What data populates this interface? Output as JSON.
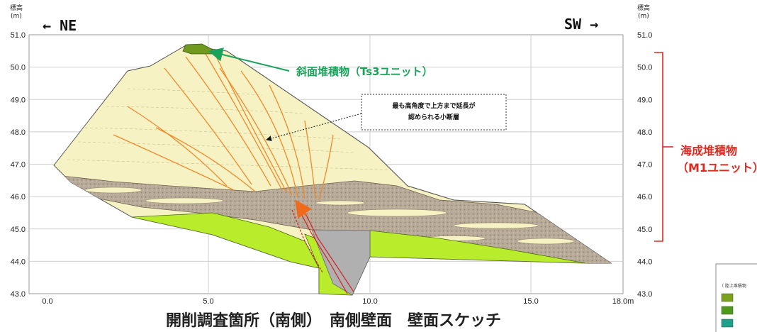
{
  "elevation_label": {
    "kanji": "標高",
    "unit": "(m)"
  },
  "direction": {
    "left": "← NE",
    "right": "SW →"
  },
  "axes": {
    "y_ticks": [
      "51.0",
      "50.0",
      "49.0",
      "48.0",
      "47.0",
      "46.0",
      "45.0",
      "44.0",
      "43.0"
    ],
    "x_ticks": [
      "0.0",
      "5.0",
      "10.0",
      "15.0",
      "18.0m"
    ]
  },
  "callouts": {
    "slope_deposit": "斜面堆積物（Ts3ユニット）",
    "marine_deposit_line1": "海成堆積物",
    "marine_deposit_line2": "（M1ユニット）",
    "fault_note_line1": "最も高角度で上方まで延長が",
    "fault_note_line2": "認められる小断層"
  },
  "title": "開削調査箇所（南側）　南側壁面　壁面スケッチ",
  "legend": {
    "header": "（ 陸上堆積物"
  },
  "colors": {
    "sand_pale": "#f6f2c4",
    "gravel_brown": "#b8aa98",
    "green_bedrock": "#b9ec2a",
    "grey_block": "#b0b0b0",
    "ts3_olive": "#6f9a1f",
    "fault_orange": "#ef8a2a",
    "callout_green": "#19a35a",
    "callout_red": "#e0281f",
    "legend_swatches": [
      "#7aa21c",
      "#4f9a1a",
      "#1fa08a"
    ]
  }
}
